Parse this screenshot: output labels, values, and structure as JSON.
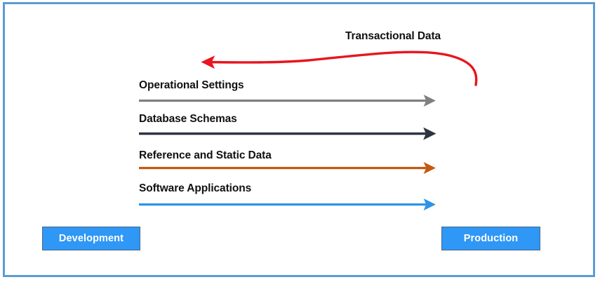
{
  "diagram": {
    "title_hidden": "",
    "frame": {
      "border_color": "#5B9BD5",
      "background": "#FFFFFF"
    },
    "flows": [
      {
        "label": "Operational Settings",
        "color": "#808080",
        "direction": "left-to-right",
        "from": "Development",
        "to": "Production"
      },
      {
        "label": "Database Schemas",
        "color": "#2E3440",
        "direction": "left-to-right",
        "from": "Development",
        "to": "Production"
      },
      {
        "label": "Reference and Static Data",
        "color": "#C55A11",
        "direction": "left-to-right",
        "from": "Development",
        "to": "Production"
      },
      {
        "label": "Software Applications",
        "color": "#2E93E8",
        "direction": "left-to-right",
        "from": "Development",
        "to": "Production"
      }
    ],
    "reverse_flow": {
      "label": "Transactional Data",
      "color": "#E8151E",
      "direction": "right-to-left",
      "from": "Production",
      "to": "Development"
    },
    "environments": {
      "left": {
        "label": "Development",
        "fill": "#2F97F5",
        "text_color": "#FFFFFF"
      },
      "right": {
        "label": "Production",
        "fill": "#2F97F5",
        "text_color": "#FFFFFF"
      }
    }
  }
}
